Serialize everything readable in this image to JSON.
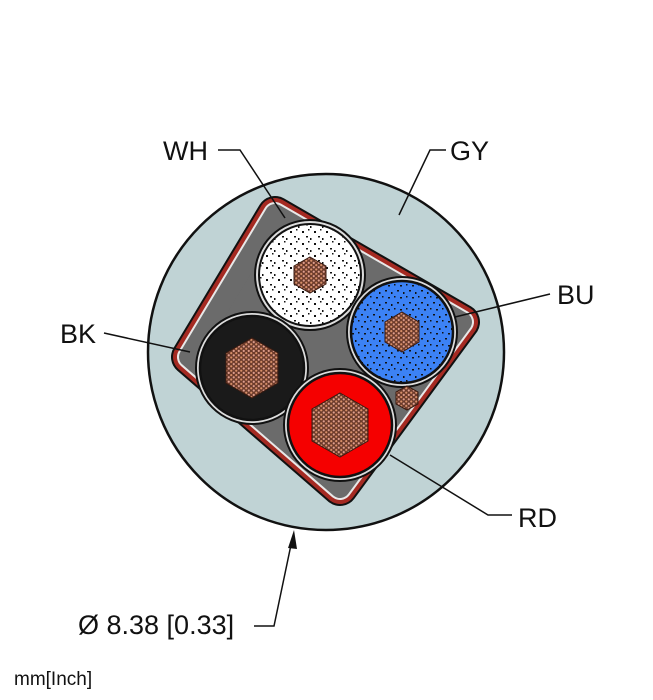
{
  "labels": {
    "wh": "WH",
    "gy": "GY",
    "bu": "BU",
    "bk": "BK",
    "rd": "RD"
  },
  "dimension": "Ø 8.38 [0.33]",
  "units": "mm[Inch]",
  "colors": {
    "jacket": "#c0d3d5",
    "filler": "#6b6b6b",
    "shield": "#b0322a",
    "white": "#ffffff",
    "blue": "#3c82f5",
    "black": "#1a1a1a",
    "red": "#f50000",
    "copper": "#c9805c"
  }
}
